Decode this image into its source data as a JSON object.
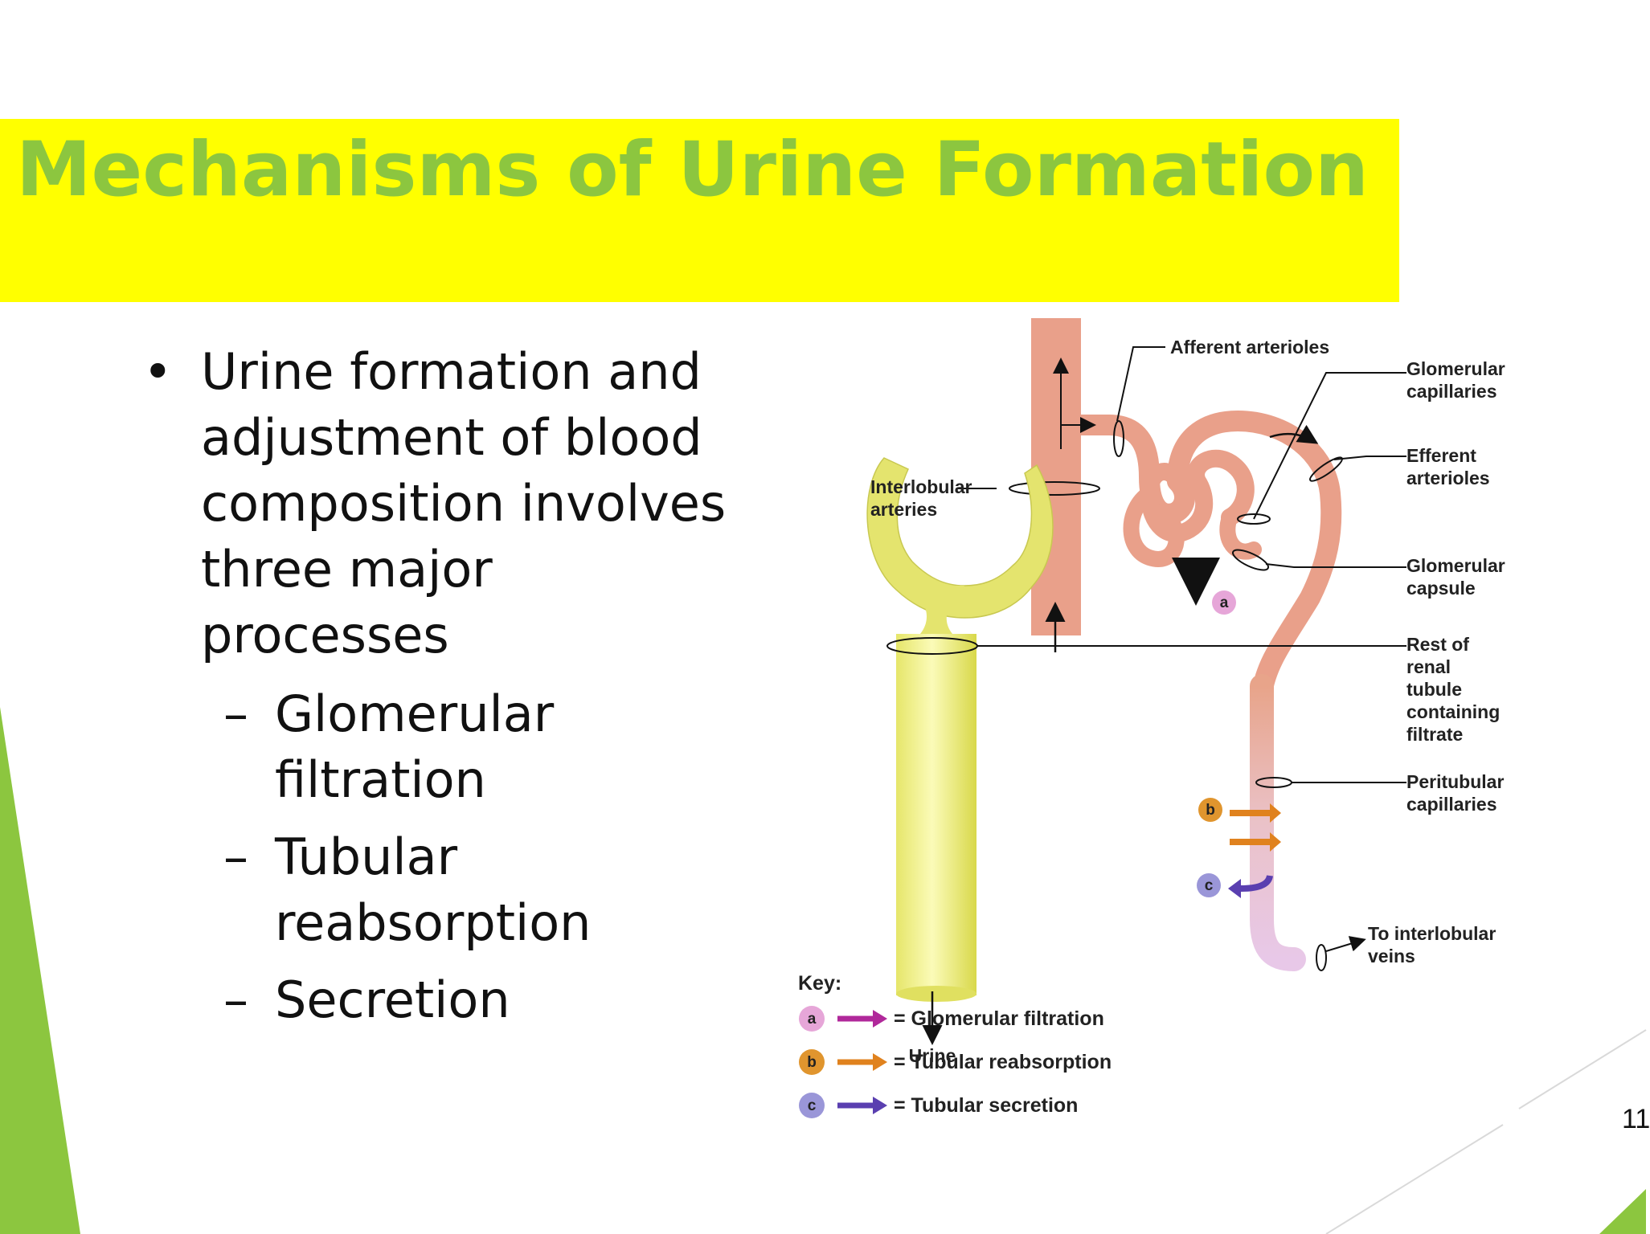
{
  "slide": {
    "title": "Mechanisms of Urine Formation",
    "page_number": "11",
    "accent_color": "#8cc63f",
    "title_band_color": "#ffff00"
  },
  "bullets": {
    "main": {
      "symbol": "•",
      "lines": [
        "Urine formation and",
        "adjustment of blood",
        "composition involves",
        "three major",
        "processes"
      ]
    },
    "subs": [
      {
        "dash": "–",
        "lines": [
          "Glomerular",
          "filtration"
        ]
      },
      {
        "dash": "–",
        "lines": [
          "Tubular",
          "reabsorption"
        ]
      },
      {
        "dash": "–",
        "lines": [
          "Secretion"
        ]
      }
    ]
  },
  "diagram": {
    "labels": {
      "afferent": "Afferent arterioles",
      "glom_cap_1": "Glomerular",
      "glom_cap_2": "capillaries",
      "efferent_1": "Efferent",
      "efferent_2": "arterioles",
      "interlobular_1": "Interlobular",
      "interlobular_2": "arteries",
      "glom_capsule_1": "Glomerular",
      "glom_capsule_2": "capsule",
      "rest_1": "Rest of",
      "rest_2": "renal",
      "rest_3": "tubule",
      "rest_4": "containing",
      "rest_5": "filtrate",
      "peritub_1": "Peritubular",
      "peritub_2": "capillaries",
      "veins_1": "To interlobular",
      "veins_2": "veins",
      "urine": "Urine"
    },
    "badges": {
      "a": "a",
      "b": "b",
      "c": "c"
    },
    "key": {
      "title": "Key:",
      "items": [
        {
          "badge": "a",
          "label": "= Glomerular filtration",
          "color": "#b0289a"
        },
        {
          "badge": "b",
          "label": "= Tubular reabsorption",
          "color": "#e0821e"
        },
        {
          "badge": "c",
          "label": "= Tubular secretion",
          "color": "#5a3fb0"
        }
      ]
    }
  }
}
